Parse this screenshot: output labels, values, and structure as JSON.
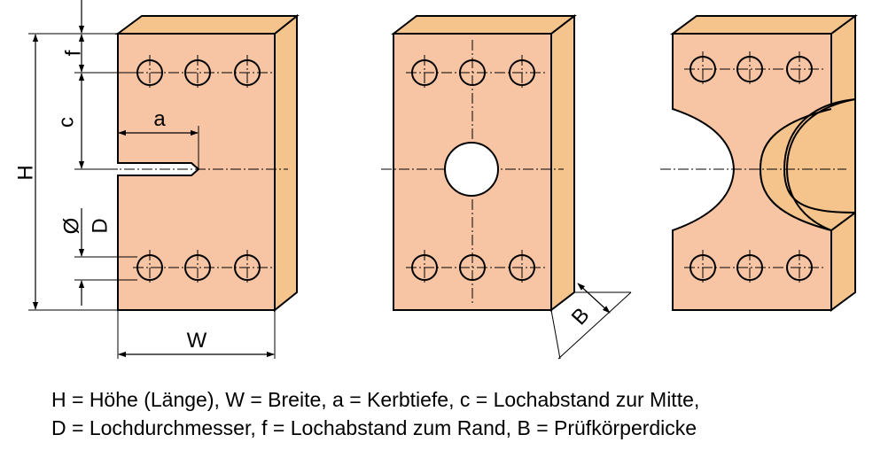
{
  "colors": {
    "face": "#f7c4a4",
    "side": "#f5c48d",
    "outline": "#000000",
    "hole": "#ffffff"
  },
  "labels": {
    "f": "f",
    "c": "c",
    "H": "H",
    "a": "a",
    "D_symbol": "Ø",
    "D": "D",
    "W": "W",
    "B": "B"
  },
  "caption": {
    "line1": "H = Höhe (Länge),  W = Breite, a = Kerbtiefe, c = Lochabstand zur Mitte,",
    "line2": "D = Lochdurchmesser, f = Lochabstand zum Rand, B = Prüfkörperdicke"
  }
}
